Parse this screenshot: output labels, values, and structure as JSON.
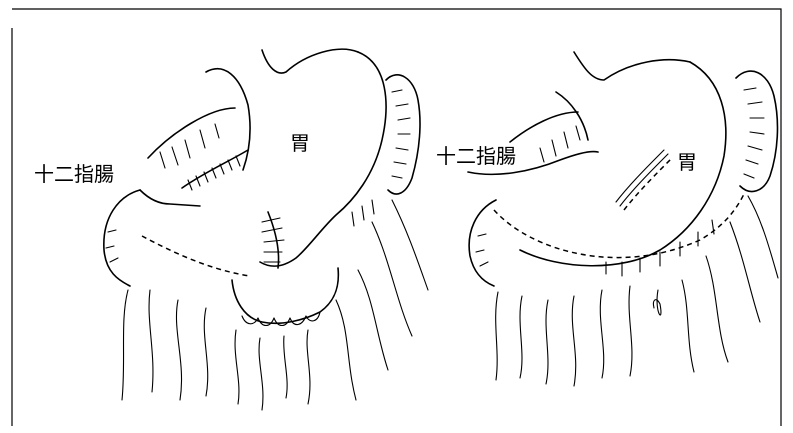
{
  "figure": {
    "left_panel": {
      "duodenum_label": "十二指腸",
      "stomach_label": "胃"
    },
    "right_panel": {
      "duodenum_label": "十二指腸",
      "stomach_label": "胃"
    }
  }
}
